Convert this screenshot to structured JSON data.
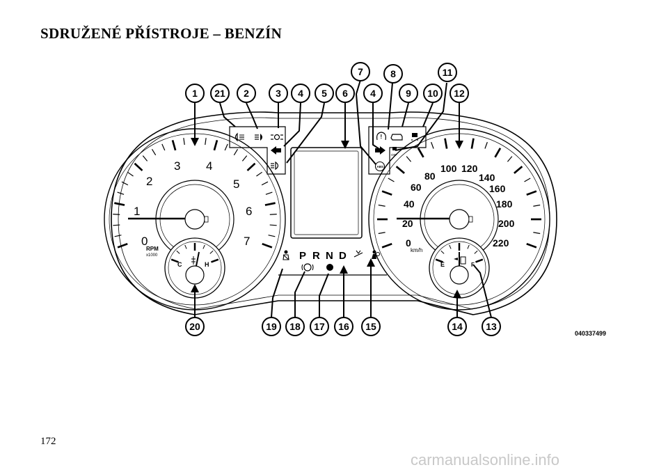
{
  "page": {
    "title": "SDRUŽENÉ PŘÍSTROJE – BENZÍN",
    "page_number": "172",
    "watermark": "carmanualsonline.info"
  },
  "figure": {
    "code": "040337499",
    "callouts_top": [
      "1",
      "21",
      "2",
      "3",
      "4",
      "5",
      "6",
      "7",
      "4",
      "8",
      "9",
      "10",
      "11",
      "12"
    ],
    "callouts_bottom": [
      "20",
      "19",
      "18",
      "17",
      "16",
      "15",
      "14",
      "13"
    ],
    "tachometer": {
      "numbers": [
        "0",
        "1",
        "2",
        "3",
        "4",
        "5",
        "6",
        "7"
      ],
      "unit_label": "RPM",
      "multiplier_label": "x1000"
    },
    "temp_gauge": {
      "cold_label": "C",
      "hot_label": "H"
    },
    "speedometer": {
      "numbers": [
        "0",
        "20",
        "40",
        "60",
        "80",
        "100",
        "120",
        "140",
        "160",
        "180",
        "200",
        "220"
      ],
      "unit_label": "km/h"
    },
    "fuel_gauge": {
      "empty_label": "E",
      "full_label": "F"
    },
    "gear_indicator": [
      "P",
      "R",
      "N",
      "D"
    ],
    "abs_label": "ABS",
    "off_label": "OFF",
    "icons": {
      "warning_lights": [
        "rear-fog-light-icon",
        "front-fog-light-icon",
        "parking-lights-icon",
        "turn-left-icon",
        "high-beam-icon"
      ],
      "right_warning_lights": [
        "tire-pressure-icon",
        "check-engine-icon",
        "traction-control-icon",
        "turn-right-icon",
        "esc-off-icon",
        "abs-icon"
      ],
      "bottom_lights": [
        "seatbelt-icon",
        "brake-icon",
        "cruise-indicator-icon",
        "hill-assist-icon",
        "airbag-icon"
      ]
    }
  }
}
